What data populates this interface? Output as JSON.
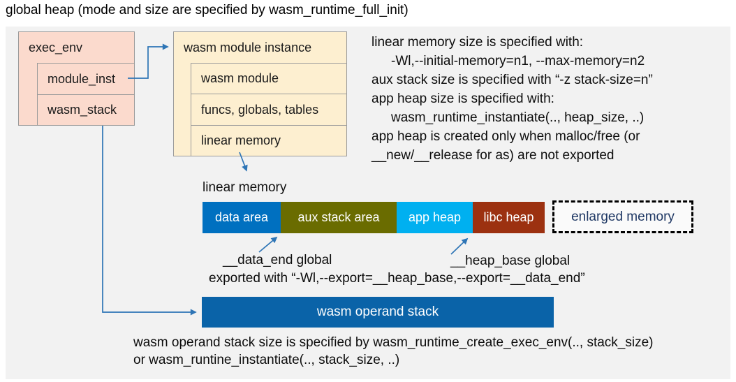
{
  "title": "global heap (mode and size are specified by wasm_runtime_full_init)",
  "exec_env": {
    "header": "exec_env",
    "rows": [
      "module_inst",
      "wasm_stack"
    ]
  },
  "module_instance": {
    "header": "wasm module instance",
    "rows": [
      "wasm module",
      "funcs, globals, tables",
      "linear memory"
    ]
  },
  "notes": {
    "lines": [
      "linear memory size is specified with:",
      "-Wl,--initial-memory=n1, --max-memory=n2",
      "aux stack size is specified with “-z stack-size=n”",
      "app heap size is specified with:",
      "wasm_runtime_instantiate(.., heap_size, ..)",
      "app heap is created only when malloc/free (or",
      "__new/__release for as) are not exported"
    ]
  },
  "linear_memory": {
    "label": "linear memory",
    "segments": [
      {
        "label": "data area",
        "color": "#0070C0"
      },
      {
        "label": "aux stack area",
        "color": "#6A6C00"
      },
      {
        "label": "app heap",
        "color": "#00B0F0"
      },
      {
        "label": "libc heap",
        "color": "#9C3110"
      }
    ],
    "enlarged_label": "enlarged memory",
    "data_end_label": "__data_end global",
    "heap_base_label": "__heap_base global",
    "export_note": "exported with “-Wl,--export=__heap_base,--export=__data_end”"
  },
  "operand_stack": {
    "label": "wasm operand stack",
    "note_line1": "wasm operand stack size is specified by wasm_runtime_create_exec_env(.., stack_size)",
    "note_line2": "or wasm_runtine_instantiate(.., stack_size, ..)"
  },
  "colors": {
    "panel_bg": "#F2F2F2",
    "exec_env_fill": "#FBDACD",
    "module_instance_fill": "#FDEFD0",
    "box_border": "#9B9B9B",
    "arrow_blue": "#2E75B6",
    "operand_bar": "#0A63A8",
    "enlarged_text": "#1F3864"
  }
}
